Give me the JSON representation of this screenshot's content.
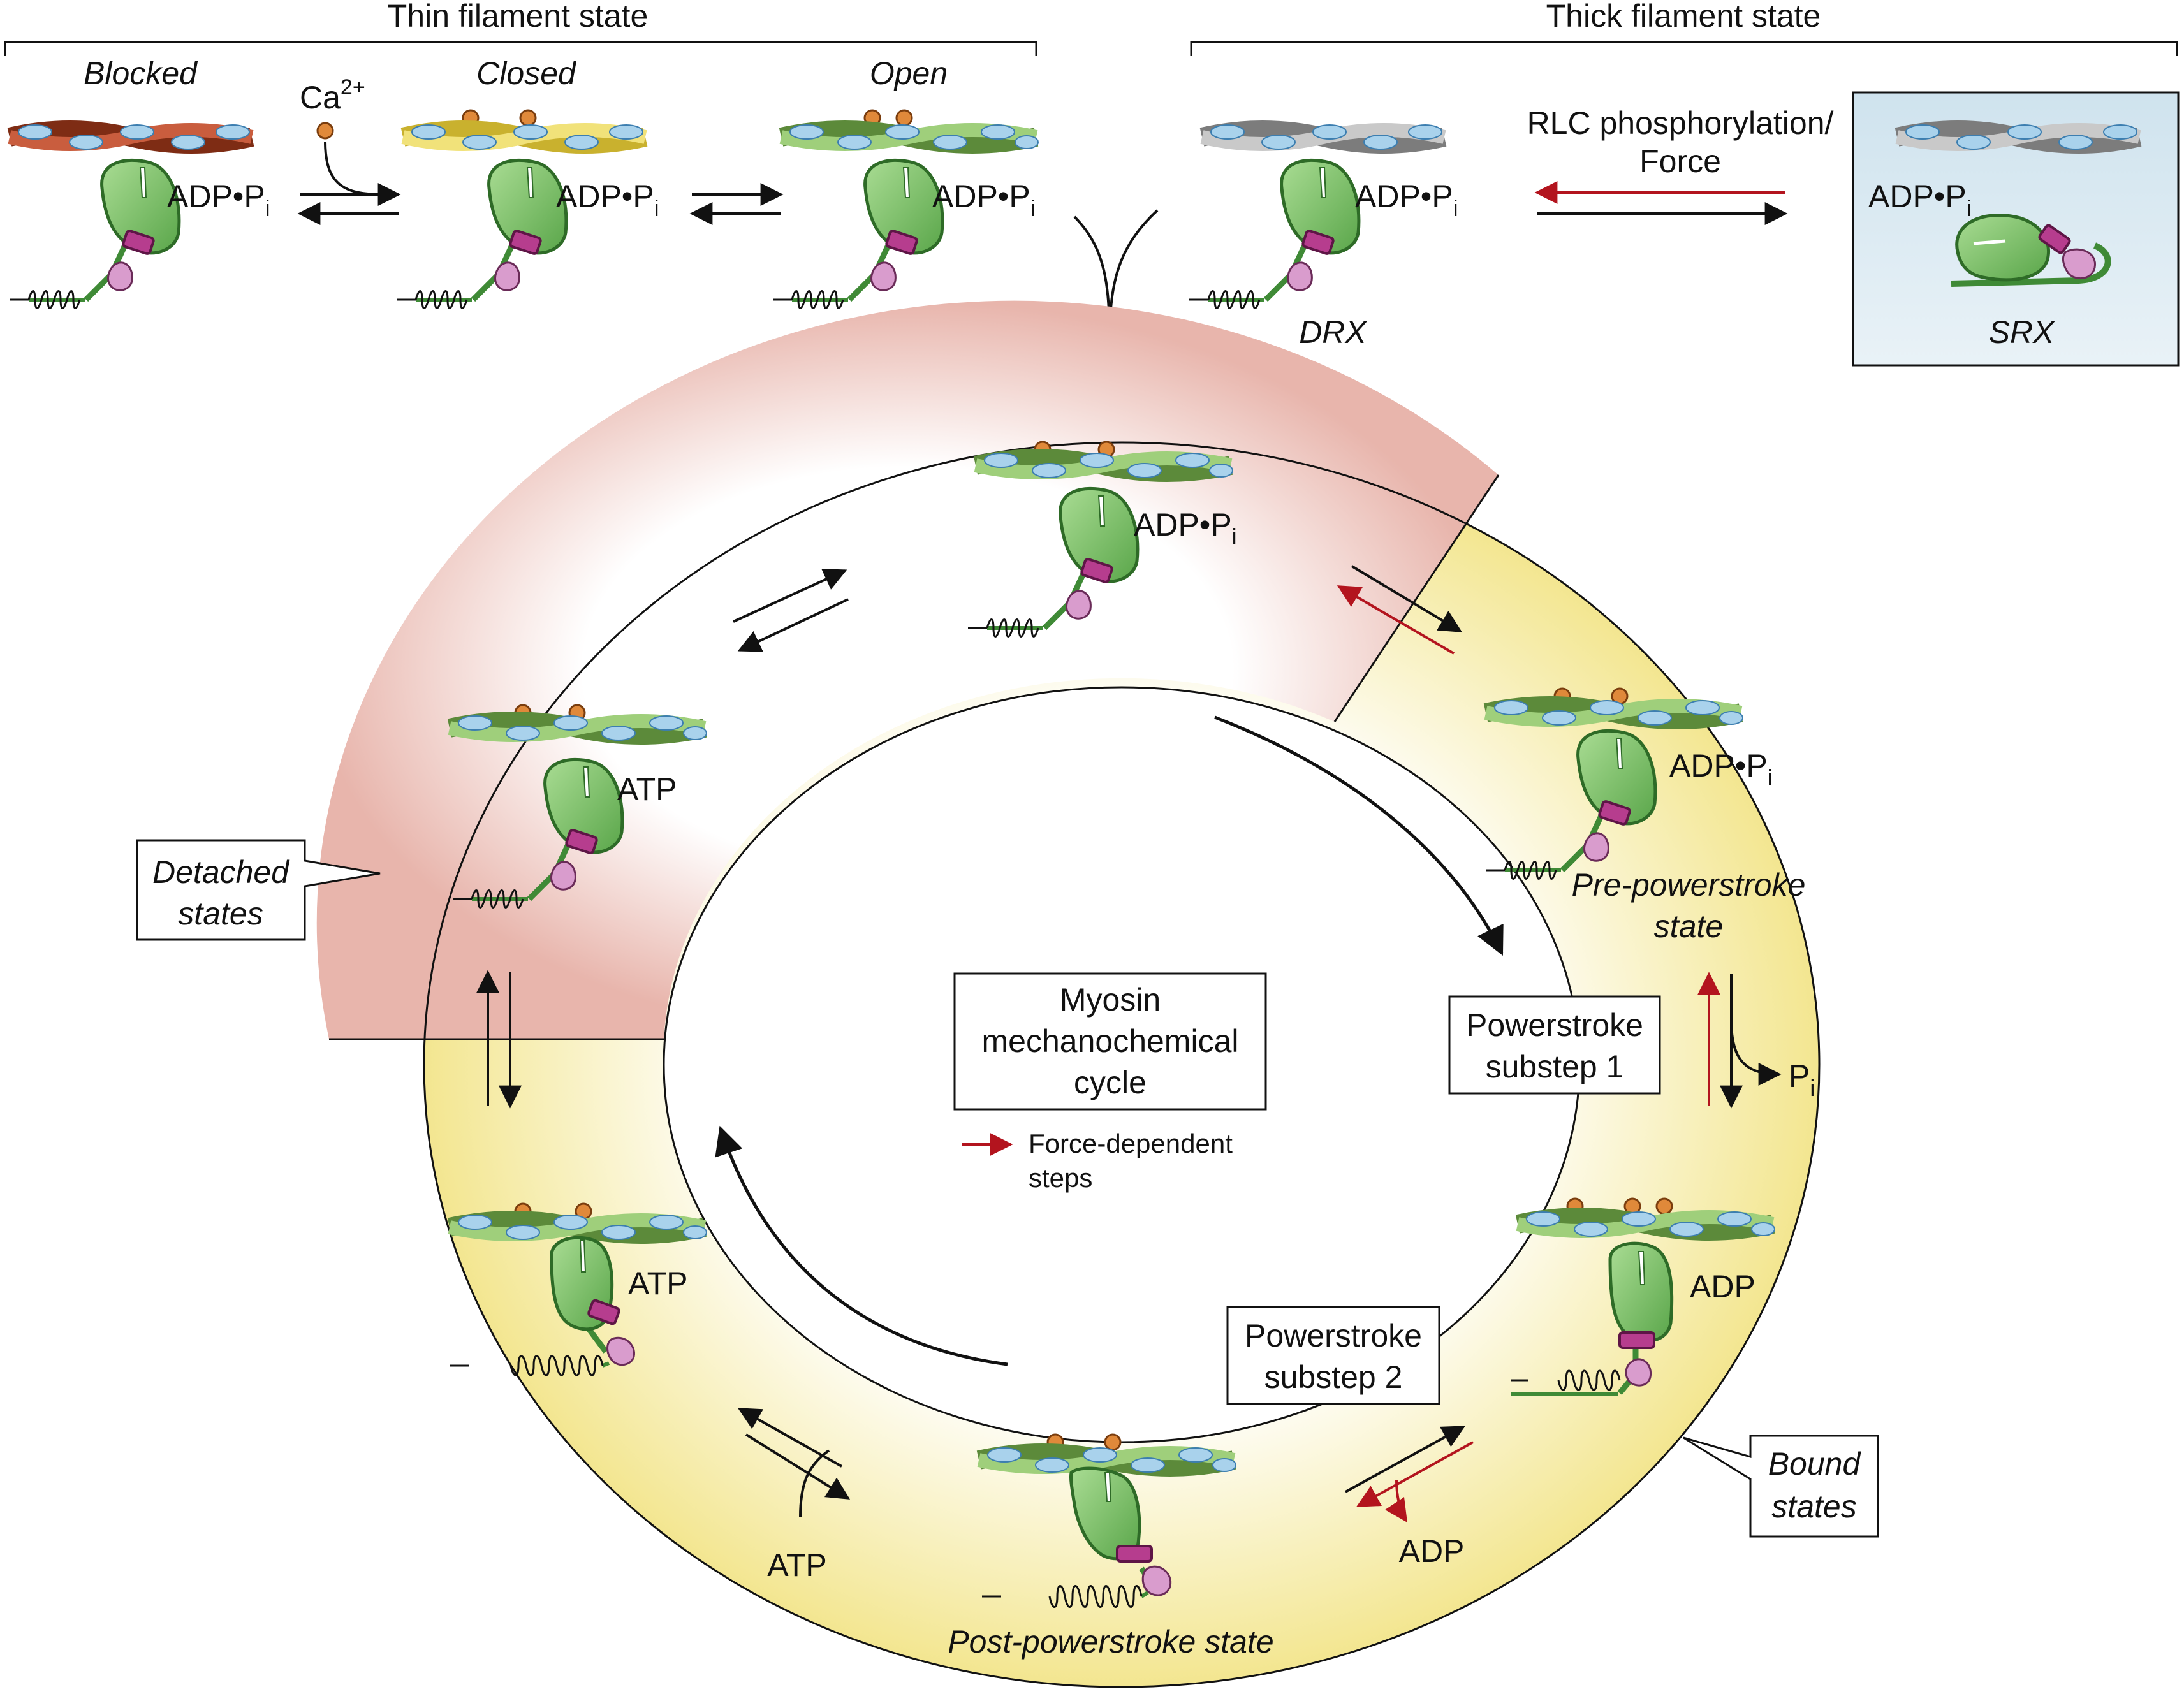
{
  "headers": {
    "thin": "Thin filament state",
    "thick": "Thick filament state"
  },
  "thin_states": {
    "blocked": "Blocked",
    "closed": "Closed",
    "open": "Open",
    "ca_base": "Ca",
    "ca_sup": "2+"
  },
  "thick_states": {
    "rlc_line1": "RLC phosphorylation/",
    "rlc_line2": "Force",
    "drx": "DRX",
    "srx": "SRX"
  },
  "nucleotide": {
    "adp_pi_base": "ADP•P",
    "adp_pi_sub": "i",
    "atp": "ATP",
    "adp": "ADP",
    "pi_base": "P",
    "pi_sub": "i"
  },
  "center": {
    "line1": "Myosin",
    "line2": "mechanochemical",
    "line3": "cycle",
    "legend_line1": "Force-dependent",
    "legend_line2": "steps"
  },
  "callouts": {
    "detached_1": "Detached",
    "detached_2": "states",
    "bound_1": "Bound",
    "bound_2": "states",
    "ps1_line1": "Powerstroke",
    "ps1_line2": "substep 1",
    "ps2_line1": "Powerstroke",
    "ps2_line2": "substep 2"
  },
  "state_captions": {
    "pre_1": "Pre-powerstroke",
    "pre_2": "state",
    "post": "Post-powerstroke state"
  },
  "colors": {
    "detached_region": "#e8b5ac",
    "bound_region": "#f3e690",
    "force_arrow": "#b3141e",
    "myosin_green": "#7dc26a",
    "lever_magenta": "#b63d8e",
    "calcium_orange": "#e0893a",
    "troponin_blue": "#a9d2ec",
    "srx_box": "#d5e6ef"
  },
  "icons": [
    "actin-filament",
    "myosin-head",
    "calcium-ion",
    "spring-s2"
  ]
}
